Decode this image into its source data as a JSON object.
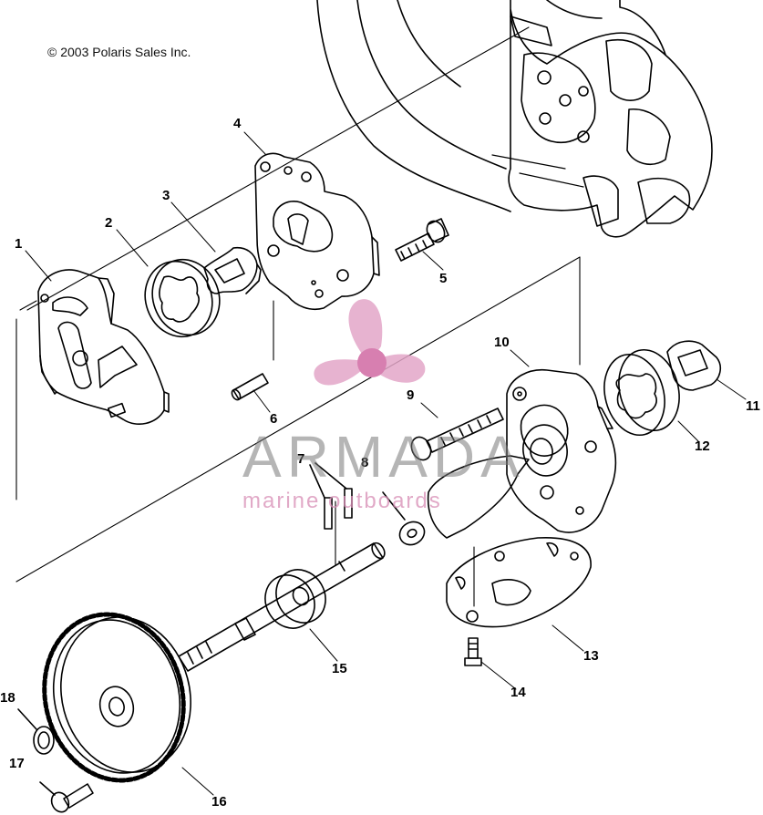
{
  "copyright": "© 2003 Polaris Sales Inc.",
  "watermark": {
    "name": "ARMADA",
    "tagline": "marine outboards",
    "colors": {
      "logo": "#e3a6c8",
      "hub": "#d77fb0",
      "text": "#8a8a8a"
    }
  },
  "callouts": [
    "1",
    "2",
    "3",
    "4",
    "5",
    "6",
    "7",
    "8",
    "9",
    "10",
    "11",
    "12",
    "13",
    "14",
    "15",
    "16",
    "17",
    "18"
  ]
}
